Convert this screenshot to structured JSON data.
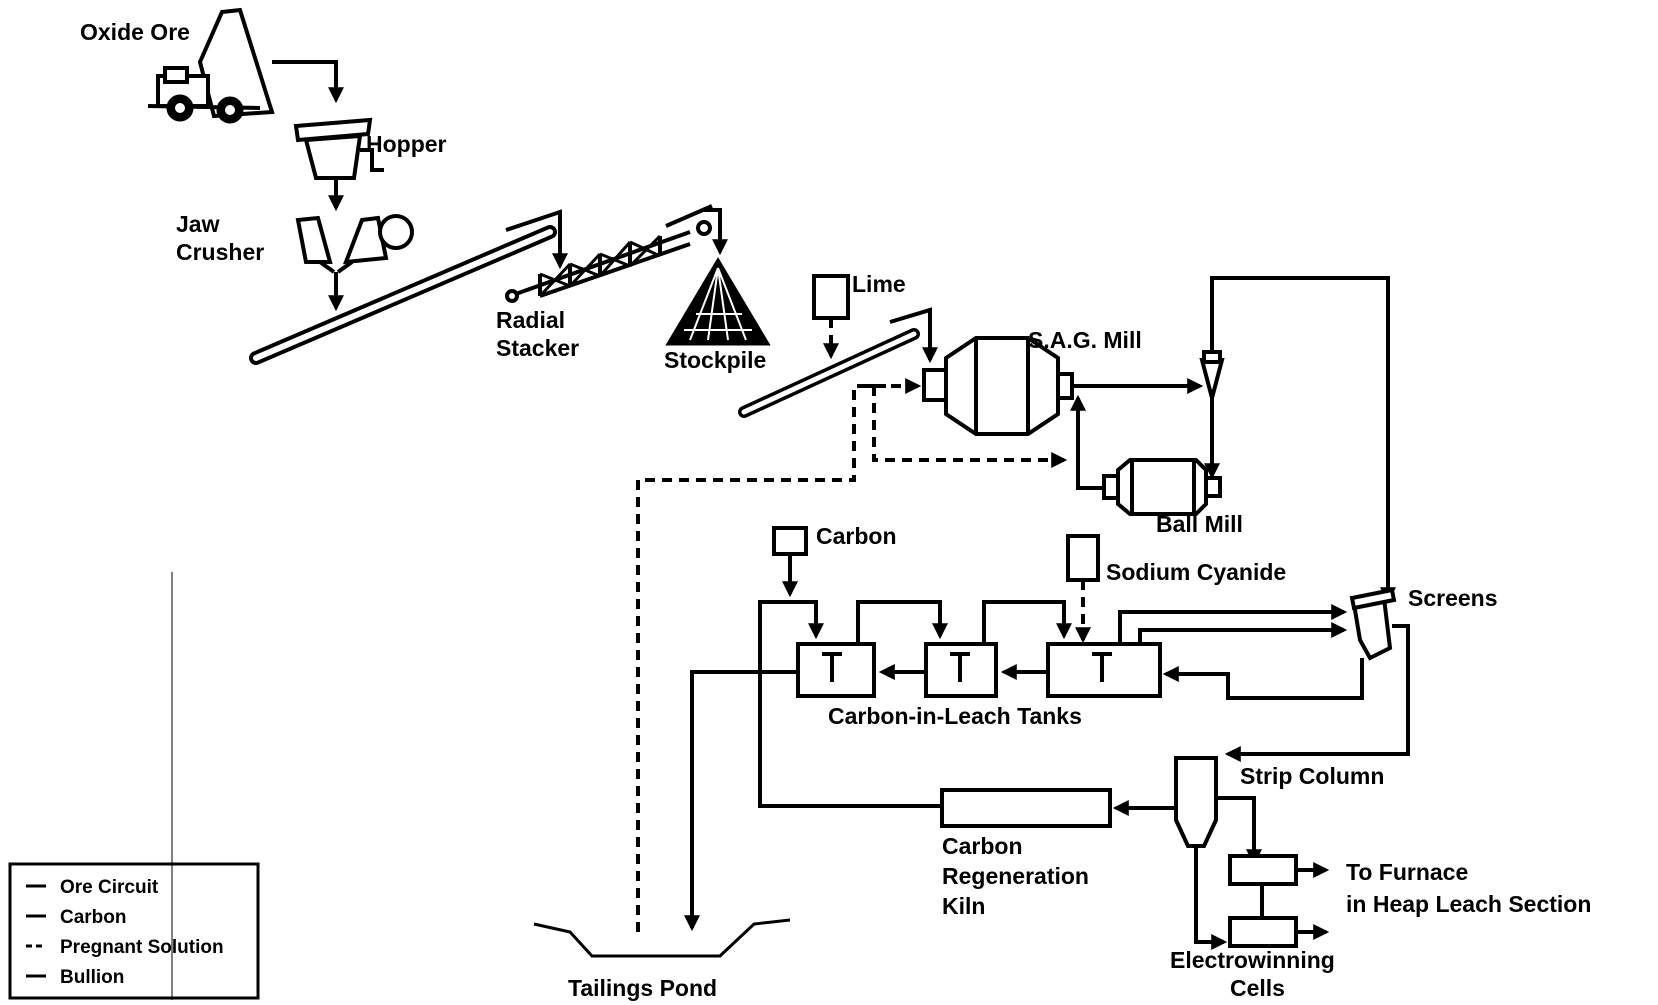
{
  "labels": {
    "oxide_ore": "Oxide Ore",
    "hopper": "Hopper",
    "jaw": "Jaw",
    "crusher": "Crusher",
    "radial": "Radial",
    "stacker": "Stacker",
    "stockpile": "Stockpile",
    "lime": "Lime",
    "sag_mill": "S.A.G. Mill",
    "ball_mill": "Ball Mill",
    "carbon": "Carbon",
    "sodium_cyanide": "Sodium Cyanide",
    "screens": "Screens",
    "cil_tanks": "Carbon-in-Leach Tanks",
    "strip_column": "Strip Column",
    "kiln_1": "Carbon",
    "kiln_2": "Regeneration",
    "kiln_3": "Kiln",
    "to_furnace_1": "To Furnace",
    "to_furnace_2": "in Heap Leach Section",
    "electrowinning_1": "Electrowinning",
    "electrowinning_2": "Cells",
    "tailings_pond": "Tailings Pond"
  },
  "legend": {
    "items": [
      "Ore Circuit",
      "Carbon",
      "Pregnant Solution",
      "Bullion"
    ]
  }
}
